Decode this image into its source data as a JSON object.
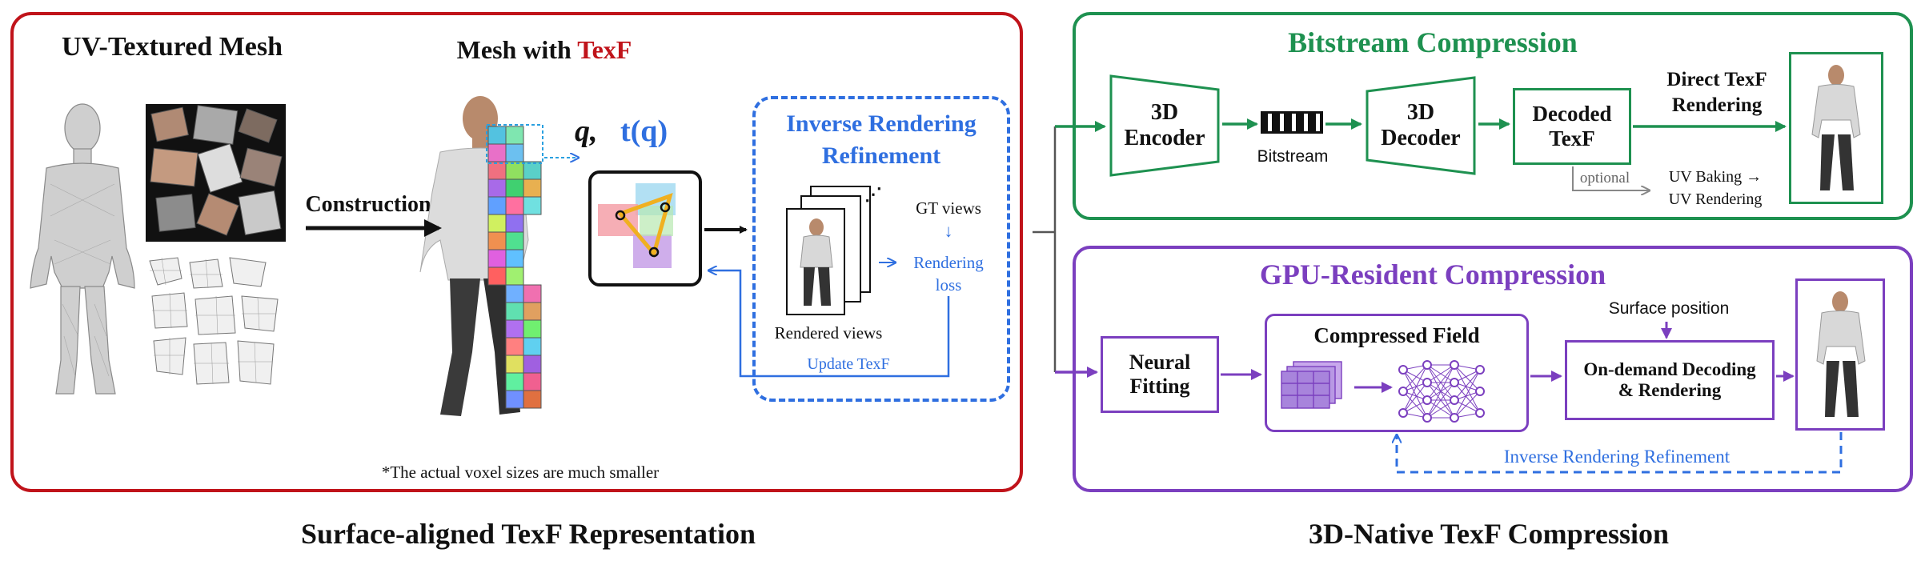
{
  "colors": {
    "red": "#c0131a",
    "green": "#1e9150",
    "purple": "#7b3fbf",
    "blue": "#2f6fe0",
    "gray": "#555555"
  },
  "left": {
    "uv_mesh_title": "UV-Textured Mesh",
    "mesh_with": "Mesh with ",
    "texf": "TexF",
    "construction": "Construction",
    "q": "q",
    "comma": ",",
    "tq": "t(q)",
    "inverse_title_1": "Inverse Rendering",
    "inverse_title_2": "Refinement",
    "gt_views": "GT views",
    "down_arrow": "↓",
    "rendering_1": "Rendering",
    "rendering_2": "loss",
    "rendered_views": "Rendered views",
    "update_texf": "Update TexF",
    "footnote": "*The actual voxel sizes are much smaller",
    "caption": "Surface-aligned TexF Representation"
  },
  "bitstream": {
    "title": "Bitstream Compression",
    "encoder_1": "3D",
    "encoder_2": "Encoder",
    "bitstream": "Bitstream",
    "decoder_1": "3D",
    "decoder_2": "Decoder",
    "decoded_1": "Decoded",
    "decoded_2": "TexF",
    "direct_1": "Direct TexF",
    "direct_2": "Rendering",
    "optional": "optional",
    "uvbake_1": "UV Baking →",
    "uvbake_2": "UV Rendering"
  },
  "gpu": {
    "title": "GPU-Resident Compression",
    "neural_1": "Neural",
    "neural_2": "Fitting",
    "compressed": "Compressed Field",
    "surface": "Surface position",
    "ondemand_1": "On-demand Decoding",
    "ondemand_2": "& Rendering",
    "inverse": "Inverse Rendering Refinement"
  },
  "right_caption": "3D-Native TexF Compression"
}
